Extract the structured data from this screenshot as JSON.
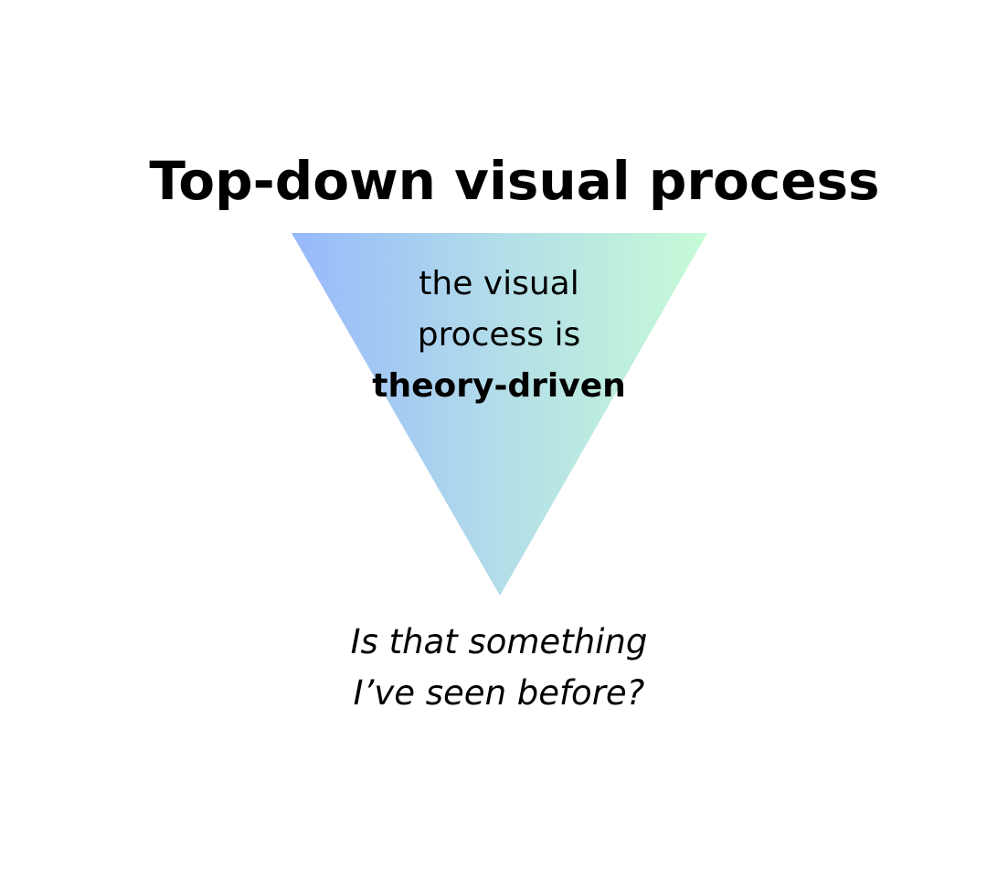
{
  "title": "Top-down visual process",
  "triangle": {
    "line1": "the visual",
    "line2": "process is",
    "line3": "theory-driven",
    "gradient_colors": [
      "#97b8fb",
      "#b3dde9",
      "#c6fbd6"
    ]
  },
  "question": {
    "line1": "Is that something",
    "line2": "I’ve seen before?"
  }
}
